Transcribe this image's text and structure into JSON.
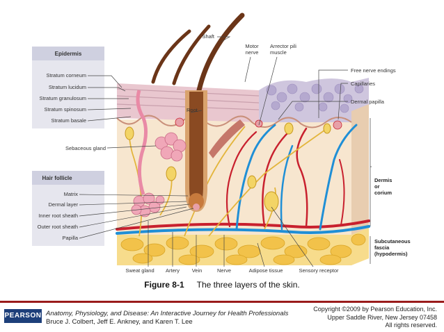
{
  "diagram": {
    "labels": {
      "epidermis_box": "Epidermis",
      "stratum_corneum": "Stratum corneum",
      "stratum_lucidum": "Stratum lucidum",
      "stratum_granulosum": "Stratum granulosum",
      "stratum_spinosum": "Stratum spinosum",
      "stratum_basale": "Stratum basale",
      "sebaceous_gland": "Sebaceous gland",
      "hair_follicle_box": "Hair follicle",
      "matrix": "Matrix",
      "dermal_layer": "Dermal layer",
      "inner_root_sheath": "Inner root sheath",
      "outer_root_sheath": "Outer root sheath",
      "papilla": "Papilla",
      "shaft": "Shaft",
      "motor_nerve_1": "Motor",
      "motor_nerve_2": "nerve",
      "arrector_1": "Arrector pili",
      "arrector_2": "muscle",
      "root": "Root",
      "free_nerve_endings": "Free nerve endings",
      "capillaries": "Capillaries",
      "dermal_papilla": "Dermal papilla",
      "dermis_1": "Dermis",
      "dermis_2": "or",
      "dermis_3": "corium",
      "subcut_1": "Subcutaneous",
      "subcut_2": "fascia",
      "subcut_3": "(hypodermis)",
      "sweat_gland": "Sweat gland",
      "artery": "Artery",
      "vein": "Vein",
      "nerve": "Nerve",
      "adipose_tissue": "Adipose tissue",
      "sensory_receptor": "Sensory receptor"
    },
    "colors": {
      "epidermis": "#e9c7cf",
      "dermis": "#f7e6cf",
      "fat": "#f2c75a",
      "artery": "#c8202e",
      "vein": "#1f8fd6",
      "nerve": "#e3b53b",
      "hair": "#6b3518",
      "gland": "#e98aa6"
    }
  },
  "caption": {
    "figure": "Figure 8-1",
    "text": "The three layers of the skin."
  },
  "footer": {
    "logo": "PEARSON",
    "book_title": "Anatomy, Physiology, and Disease: An Interactive Journey for Health Professionals",
    "authors": "Bruce J. Colbert, Jeff E. Ankney, and Karen T. Lee",
    "copyright_1": "Copyright ©2009 by Pearson Education, Inc.",
    "copyright_2": "Upper Saddle River, New Jersey 07458",
    "copyright_3": "All rights reserved."
  }
}
